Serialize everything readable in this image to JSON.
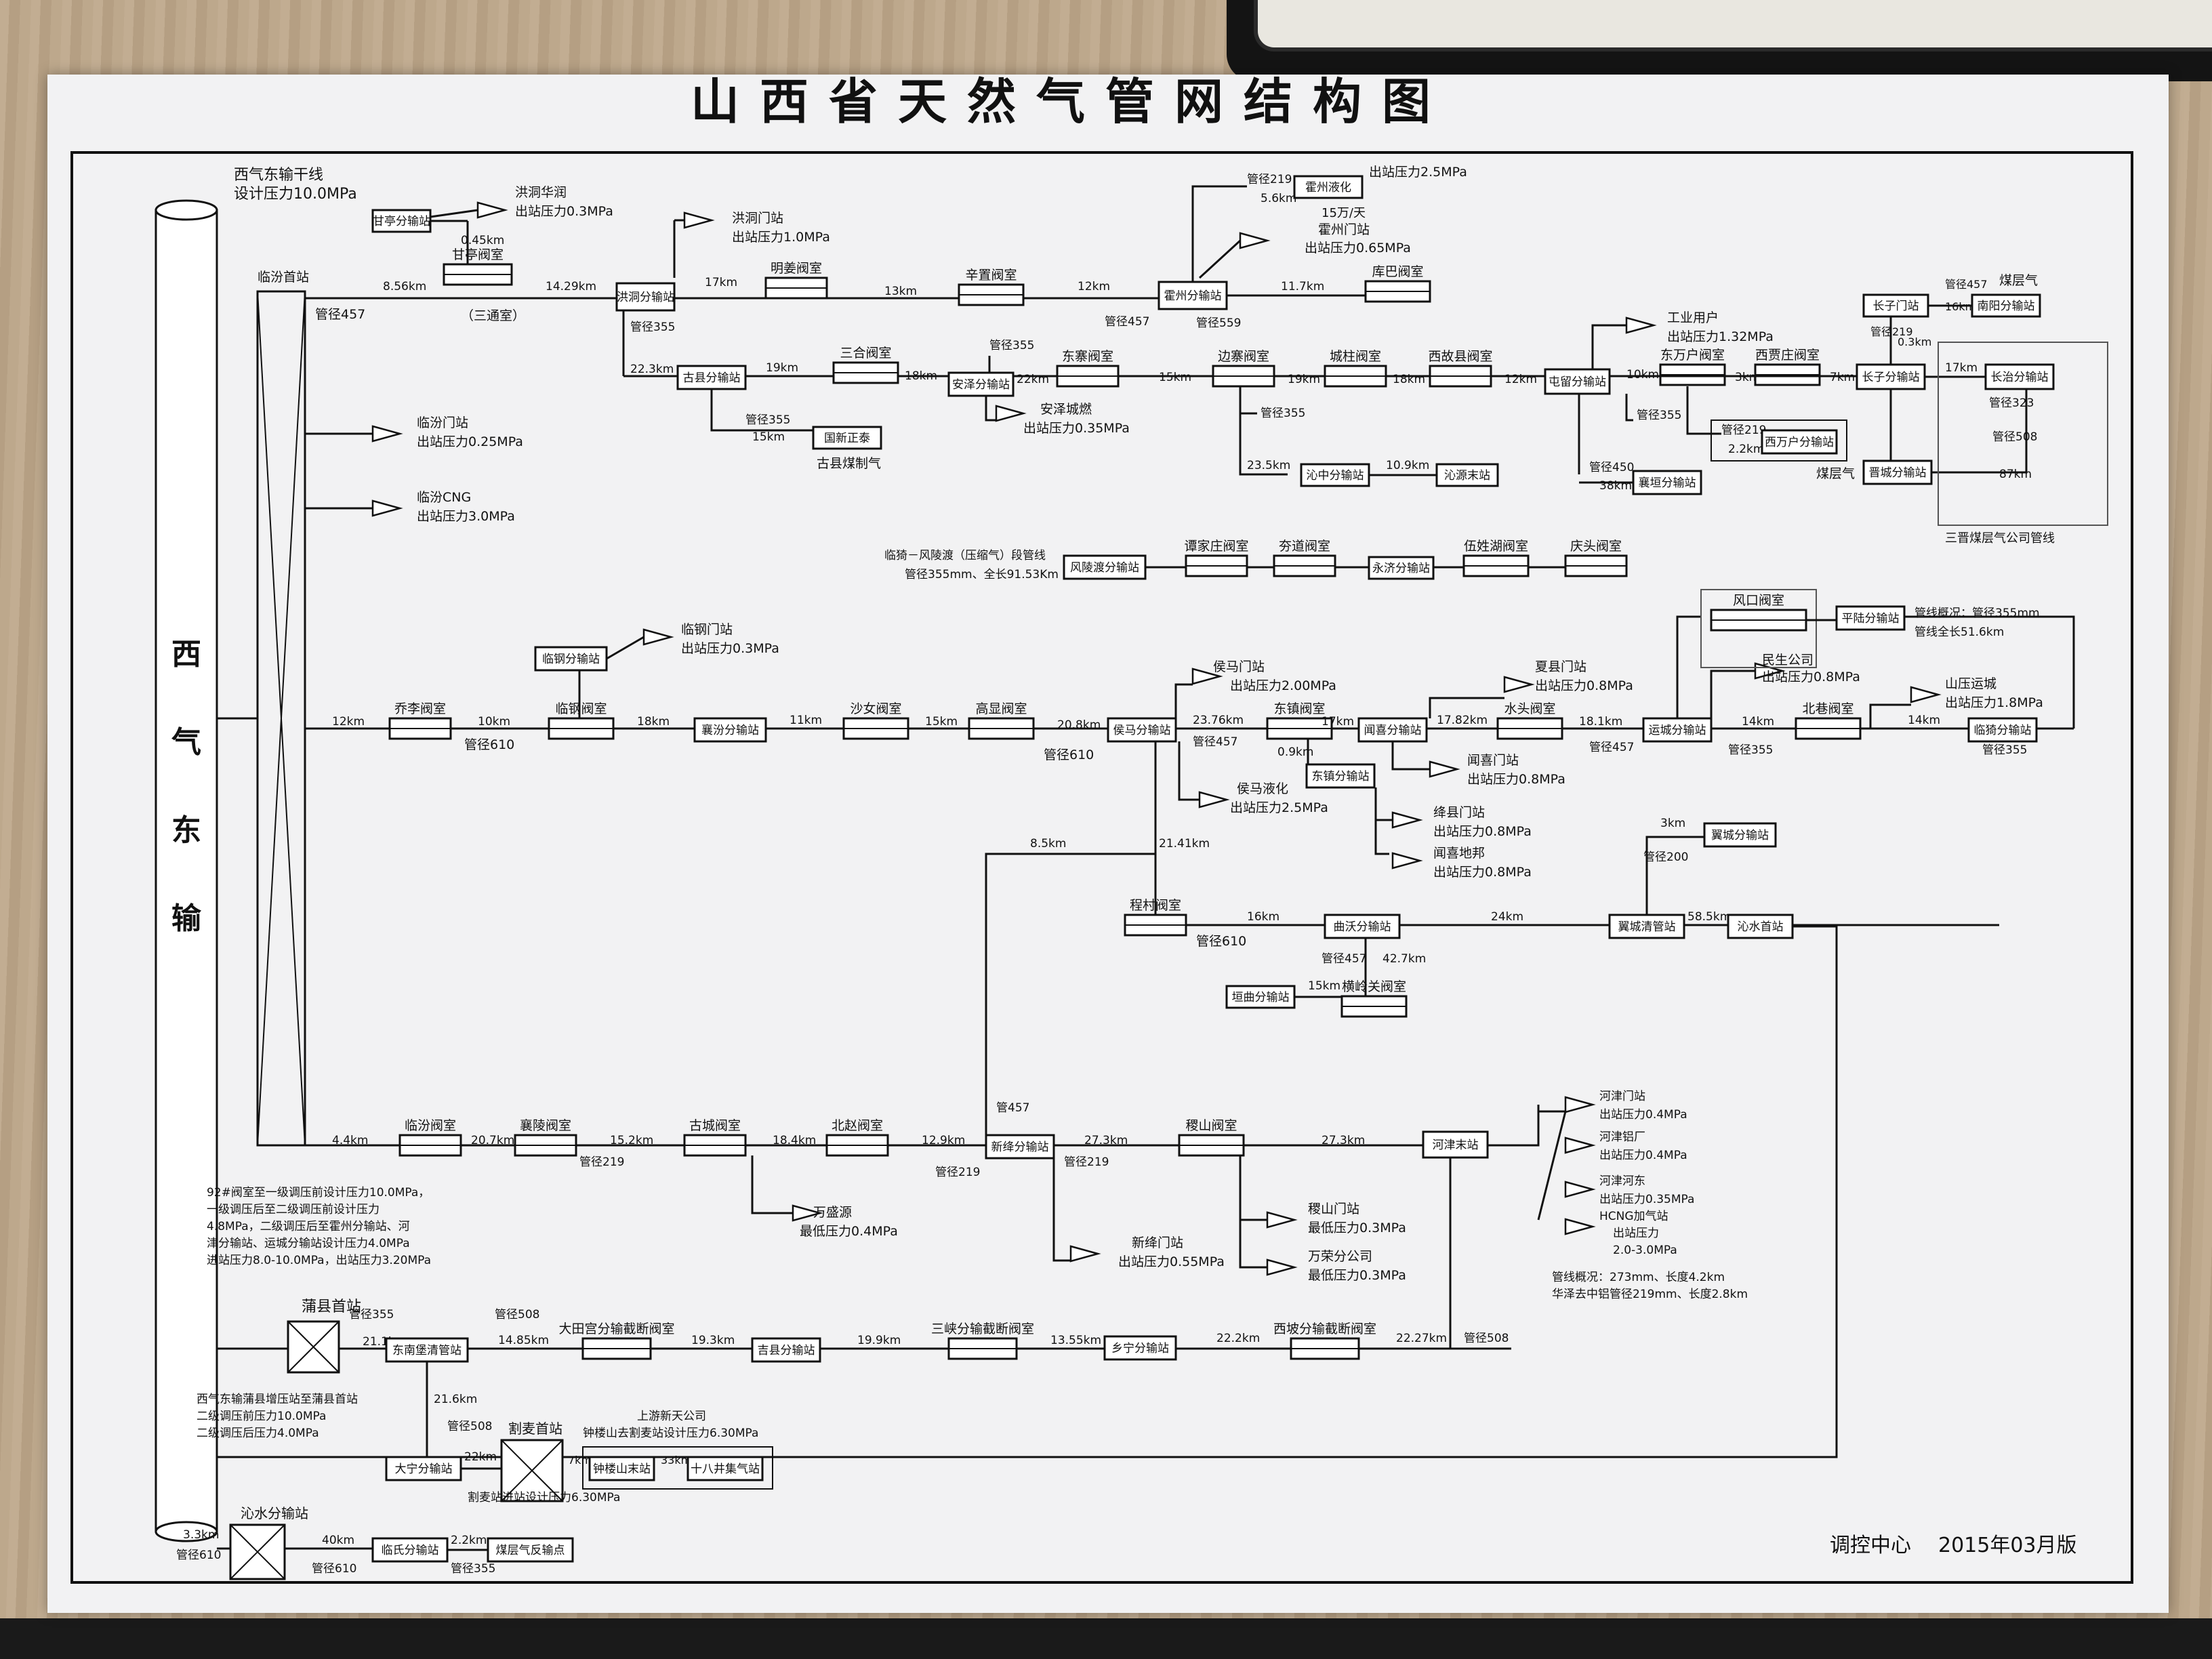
{
  "title": "山西省天然气管网结构图",
  "footer": {
    "org": "调控中心",
    "version": "2015年03月版"
  },
  "main_line": {
    "label": "西气东输干线",
    "pressure": "设计压力10.0MPa",
    "pipe_label": "西气东输"
  },
  "texts": {
    "linfen_head": "临汾首站",
    "pipe457_a": "管径457",
    "d856": "8.56km",
    "ganting_fen": "甘亭分输站",
    "d045": "0.45km",
    "ganting_valve": "甘亭阀室",
    "santong": "（三通室）",
    "hongtong_huarun": "洪洞华润",
    "hongtong_huarun_p": "出站压力0.3MPa",
    "d1429": "14.29km",
    "hongtong_fen": "洪洞分输站",
    "pipe355_a": "管径355",
    "hongtong_gate": "洪洞门站",
    "hongtong_gate_p": "出站压力1.0MPa",
    "d17": "17km",
    "mingjiang": "明姜阀室",
    "d13": "13km",
    "xinzhi": "辛置阀室",
    "d12": "12km",
    "huozhou_fen": "霍州分输站",
    "pipe457_b": "管径457",
    "pipe559": "管径559",
    "pipe219_a": "管径219",
    "d56": "5.6km",
    "huozhou_lng": "霍州液化",
    "huozhou_lng_p": "出站压力2.5MPa",
    "vol15": "15万/天",
    "huozhou_gate": "霍州门站",
    "huozhou_gate_p": "出站压力0.65MPa",
    "d117": "11.7km",
    "kuba": "库巴阀室",
    "d223": "22.3km",
    "guxian_fen": "古县分输站",
    "d19a": "19km",
    "sanhe": "三合阀室",
    "d18a": "18km",
    "anze_fen": "安泽分输站",
    "pipe355_b": "管径355",
    "d22": "22km",
    "dongzhai": "东寨阀室",
    "d15": "15km",
    "bianzhai": "边寨阀室",
    "d19b": "19km",
    "chengzhu": "城柱阀室",
    "d18b": "18km",
    "xigu": "西故县阀室",
    "d12b": "12km",
    "tunliu_fen": "屯留分输站",
    "d10": "10km",
    "dongwanhu": "东万户阀室",
    "d3": "3km",
    "xijiazhuang": "西贾庄阀室",
    "d7": "7km",
    "changzi_fen": "长子分输站",
    "d17b": "17km",
    "changzhi_fen": "长治分输站",
    "pipe323": "管径323",
    "pipe508_a": "管径508",
    "d87": "87km",
    "jincheng_fen": "晋城分输站",
    "sanjin": "三晋煤层气公司管线",
    "changzi_gate": "长子门站",
    "pipe457_c": "管径457",
    "d16": "16km",
    "qinyuan": "南阳分输站",
    "meicengqi_a": "煤层气",
    "pipe219_b": "管径219",
    "d03": "0.3km",
    "industry": "工业用户",
    "industry_p": "出站压力1.32MPa",
    "pipe355_c": "管径355",
    "pipe219_c": "管径219",
    "d22b": "2.2km",
    "xiwanhu": "西万户分输站",
    "meicengqi_b": "煤层气",
    "pipe450": "管径450",
    "d38": "38km",
    "xiangyuan": "襄垣分输站",
    "pipe355_d": "管径355",
    "d235": "23.5km",
    "qinzhong": "沁中分输站",
    "d109": "10.9km",
    "qinyuan_end": "沁源末站",
    "anze_ranqi": "安泽城燃",
    "anze_ranqi_p": "出站压力0.35MPa",
    "pipe355_e": "管径355",
    "d15b": "15km",
    "guxin": "国新正泰",
    "guxian_mq": "古县煤制气",
    "linfen_gate": "临汾门站",
    "linfen_gate_p": "出站压力0.25MPa",
    "linfen_cng": "临汾CNG",
    "linfen_cng_p": "出站压力3.0MPa",
    "fengling_line": "临猗－风陵渡（压缩气）段管线",
    "fengling_spec": "管径355mm、全长91.53Km",
    "fengling_fen": "风陵渡分输站",
    "tanjiazhuang": "谭家庄阀室",
    "fuzhu": "夯道阀室",
    "yongji_fen": "永济分输站",
    "wuxing": "伍姓湖阀室",
    "qingtou": "庆头阀室",
    "d12c": "12km",
    "qiaoli": "乔李阀室",
    "d10b": "10km",
    "pipe610_a": "管径610",
    "lingang_fen": "临钢分输站",
    "lingang_valve": "临钢阀室",
    "lingang_gate": "临钢门站",
    "lingang_gate_p": "出站压力0.3MPa",
    "d18c": "18km",
    "xiangfen_fen": "襄汾分输站",
    "d11": "11km",
    "shanu": "沙女阀室",
    "d15c": "15km",
    "gaoxian": "高显阀室",
    "d208": "20.8km",
    "houma_fen": "侯马分输站",
    "pipe610_b": "管径610",
    "houma_gate": "侯马门站",
    "houma_gate_p": "出站压力2.00MPa",
    "d2376": "23.76km",
    "pipe457_d": "管径457",
    "dongzhen": "东镇阀室",
    "d09": "0.9km",
    "d17c": "17km",
    "dongzhen_fen": "东镇分输站",
    "houma_lng": "侯马液化",
    "houma_lng_p": "出站压力2.5MPa",
    "wenxi_fen": "闻喜分输站",
    "d1782": "17.82km",
    "xiaxian_gate": "夏县门站",
    "xiaxian_gate_p": "出站压力0.8MPa",
    "shuitou": "水头阀室",
    "d181": "18.1km",
    "yuncheng_fen": "运城分输站",
    "pipe457_e": "管径457",
    "pipe355_f": "管径355",
    "wenxi_gate": "闻喜门站",
    "wenxi_gate_p": "出站压力0.8MPa",
    "jiangxian_gate": "绛县门站",
    "jiangxian_gate_p": "出站压力0.8MPa",
    "wenxi_difang": "闻喜地邦",
    "wenxi_difang_p": "出站压力0.8MPa",
    "minsheng": "民生公司",
    "minsheng_p": "出站压力0.8MPa",
    "d14": "14km",
    "beixiang": "北巷阀室",
    "d14b": "14km",
    "shanya": "山压运城",
    "shanya_p": "出站压力1.8MPa",
    "linyi_fen": "临猗分输站",
    "pipe355_g": "管径355",
    "fengkou": "风口阀室",
    "pinglu_fen": "平陆分输站",
    "pinglu_spec1": "管线概况：管径355mm",
    "pinglu_spec2": "管线全长51.6km",
    "d3b": "3km",
    "yicheng_fen": "翼城分输站",
    "pipe200": "管径200",
    "d85": "8.5km",
    "d2141": "21.41km",
    "chengcun": "程村阀室",
    "pipe610_c": "管径610",
    "d16b": "16km",
    "quwo_fen": "曲沃分输站",
    "d24": "24km",
    "yicheng_qing": "翼城清管站",
    "d585": "58.5km",
    "qinshui_head": "沁水首站",
    "pipe457_f": "管径457",
    "d427": "42.7km",
    "huangling": "横岭关阀室",
    "d15d": "15km",
    "yuanqu_fen": "垣曲分输站",
    "d44": "4.4km",
    "linfen_valve": "临汾阀室",
    "d207": "20.7km",
    "xiangling": "襄陵阀室",
    "pipe219_d": "管径219",
    "d152": "15.2km",
    "gucheng": "古城阀室",
    "d184": "18.4km",
    "beiqi": "北赵阀室",
    "d129": "12.9km",
    "xinjiang_fen": "新绛分输站",
    "pipe457_g": "管457",
    "pipe219_e": "管径219",
    "pipe219_f": "管径219",
    "d273": "27.3km",
    "jishan": "稷山阀室",
    "d273b": "27.3km",
    "hejin_end": "河津末站",
    "wanshengyuan": "万盛源",
    "wanshengyuan_p": "最低压力0.4MPa",
    "xinjiang_gate": "新绛门站",
    "xinjiang_gate_p": "出站压力0.55MPa",
    "jishan_gate": "稷山门站",
    "jishan_gate_p": "最低压力0.3MPa",
    "wanrong": "万荣分公司",
    "wanrong_p": "最低压力0.3MPa",
    "hejin_gate": "河津门站",
    "hejin_gate_p": "出站压力0.4MPa",
    "hejin_lv": "河津铝厂",
    "hejin_lv_p": "出站压力0.4MPa",
    "hejin_east": "河津河东",
    "hejin_east_p": "出站压力0.35MPa",
    "hcng": "HCNG加气站",
    "hcng_p": "出站压力",
    "hcng_p2": "2.0-3.0MPa",
    "hejin_spec1": "管线概况：273mm、长度4.2km",
    "hejin_spec2": "华泽去中铝管径219mm、长度2.8km",
    "note92_1": "92#阀室至一级调压前设计压力10.0MPa，",
    "note92_2": "一级调压后至二级调压前设计压力",
    "note92_3": "4.8MPa，二级调压后至霍州分输站、河",
    "note92_4": "津分输站、运城分输站设计压力4.0MPa",
    "note92_5": "进站压力8.0-10.0MPa，出站压力3.20MPa",
    "puxian_head": "蒲县首站",
    "pipe355_h": "管径355",
    "d211": "21.1km",
    "dongnan": "东南堡清管站",
    "pipe508_b": "管径508",
    "d1485": "14.85km",
    "datian": "大田宫分输截断阀室",
    "d193": "19.3km",
    "jixian_fen": "吉县分输站",
    "d199": "19.9km",
    "sanhe_cut": "三峡分输截断阀室",
    "d1355": "13.55km",
    "xiangning_fen": "乡宁分输站",
    "d222": "22.2km",
    "xipo": "西坡分输截断阀室",
    "d2227": "22.27km",
    "pipe508_c": "管径508",
    "note_pu1": "西气东输蒲县增压站至蒲县首站",
    "note_pu2": "二级调压前压力10.0MPa",
    "note_pu3": "二级调压后压力4.0MPa",
    "d216": "21.6km",
    "pipe508_d": "管径508",
    "daning_fen": "大宁分输站",
    "d22c": "22km",
    "shemai_head": "割麦首站",
    "d7b": "7km",
    "zhonglou_end": "钟楼山末站",
    "d33": "33km",
    "shiba": "十八井集气站",
    "shangyou": "上游新天公司",
    "zhonglou_note": "钟楼山去割麦站设计压力6.30MPa",
    "shemai_note": "割麦站进站设计压力6.30MPa",
    "qinshui_fen": "沁水分输站",
    "d33b": "3.3km",
    "pipe610_d": "管径610",
    "d40": "40km",
    "pipe610_e": "管径610",
    "linshi_fen": "临氏分输站",
    "d22d": "2.2km",
    "pipe355_i": "管径355",
    "meiceng_back": "煤层气反输点"
  }
}
